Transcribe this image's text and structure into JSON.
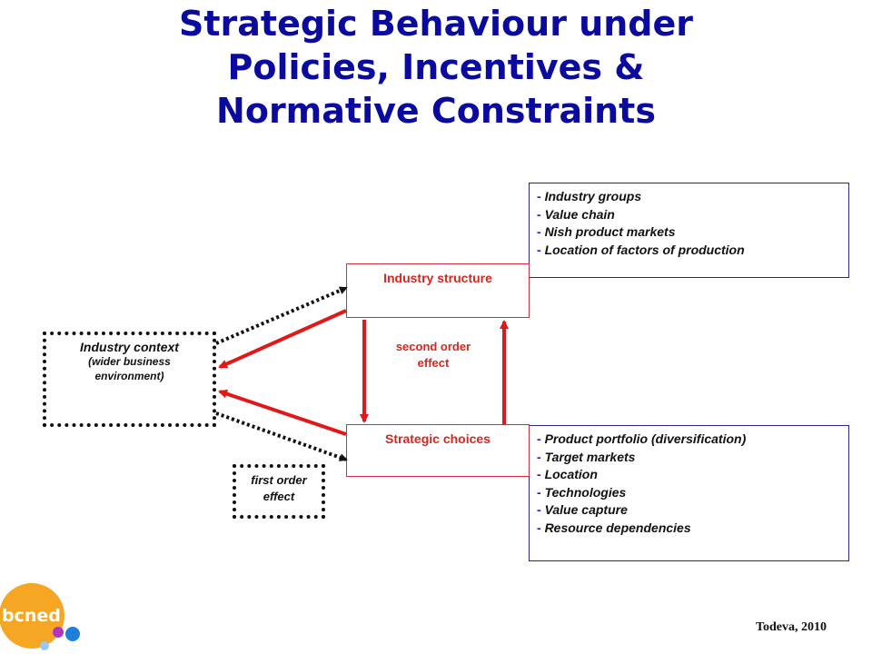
{
  "title": {
    "line1": "Strategic Behaviour under",
    "line2": "Policies, Incentives &",
    "line3": "Normative Constraints"
  },
  "industry_structure": {
    "label": "Industry structure"
  },
  "strategic_choices": {
    "label": "Strategic choices"
  },
  "industry_context": {
    "label": "Industry context",
    "sub1": "(wider business",
    "sub2": "environment)"
  },
  "second_order": {
    "line1": "second order",
    "line2": "effect"
  },
  "first_order": {
    "line1": "first order",
    "line2": "effect"
  },
  "structure_list": [
    {
      "dash": "-",
      "text": "Industry groups"
    },
    {
      "dash": "-",
      "text": "Value chain"
    },
    {
      "dash": "-",
      "text": "Nish product markets"
    },
    {
      "dash": "-",
      "text": "Location of factors of production"
    }
  ],
  "choices_list": [
    {
      "dash": "-",
      "text": "Product portfolio (diversification)"
    },
    {
      "dash": "-",
      "text": "Target markets"
    },
    {
      "dash": "-",
      "text": "Location"
    },
    {
      "dash": "-",
      "text": "Technologies"
    },
    {
      "dash": "-",
      "text": "Value capture"
    },
    {
      "dash": "-",
      "text": "Resource dependencies"
    }
  ],
  "credit": "Todeva, 2010",
  "logo": {
    "text": "bcned"
  },
  "colors": {
    "title": "#0a0a9e",
    "accent_red": "#d9261c",
    "logo_orange": "#f5a623"
  }
}
